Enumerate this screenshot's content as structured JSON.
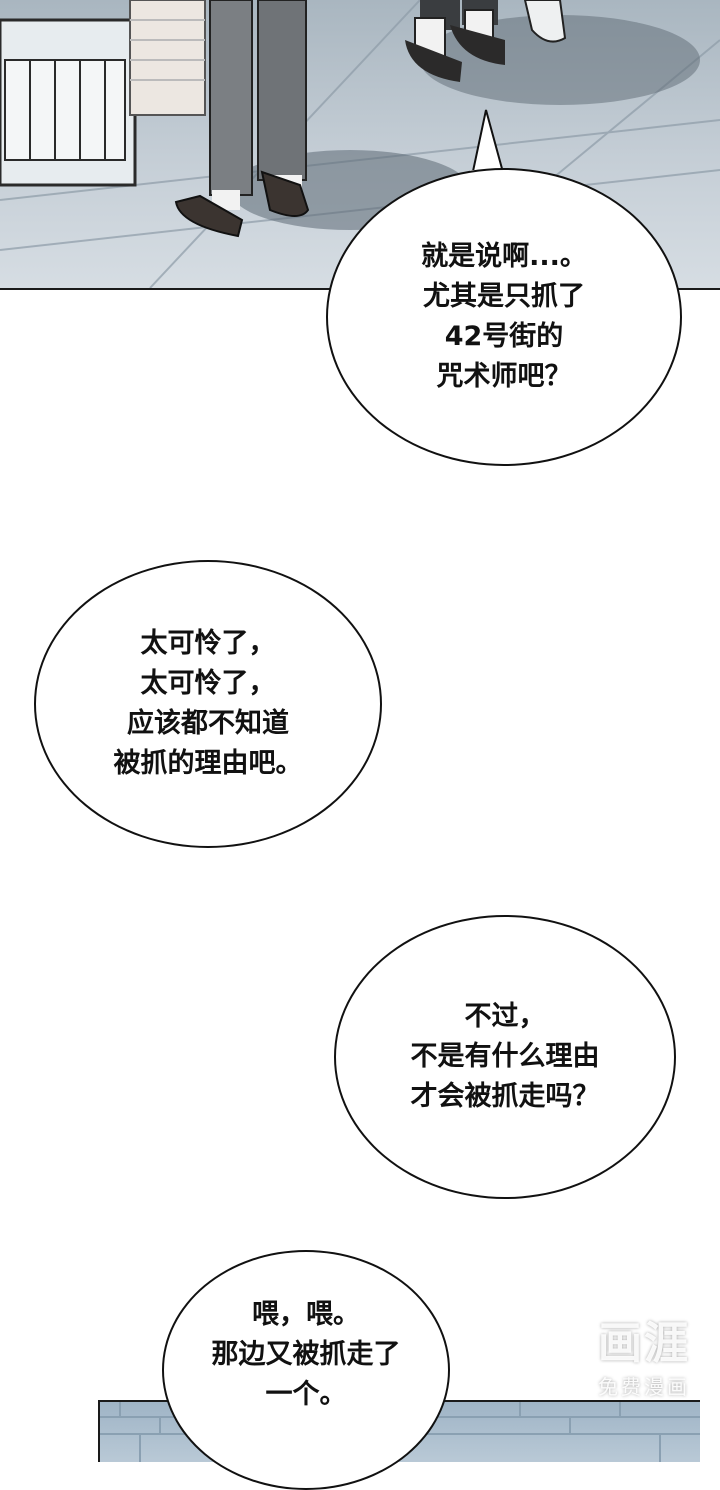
{
  "bubbles": [
    {
      "text": "就是说啊...。\n尤其是只抓了\n42号街的\n咒术师吧？"
    },
    {
      "text": "太可怜了，\n太可怜了，\n应该都不知道\n被抓的理由吧。"
    },
    {
      "text": "不过，\n不是有什么理由\n才会被抓走吗？"
    },
    {
      "text": "喂，喂。\n那边又被抓走了\n一个。"
    }
  ],
  "watermark": {
    "logo": "画涯",
    "subtitle": "免费漫画"
  }
}
